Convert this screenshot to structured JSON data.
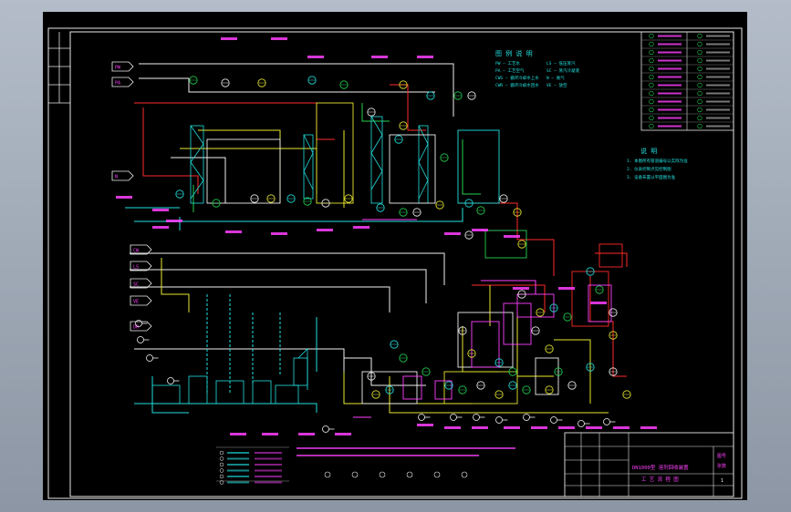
{
  "drawing": {
    "notes": {
      "heading": "说 明",
      "items": [
        "1. 本图所有管道编号以实际为准",
        "2. 仪表控制点见控制图",
        "3. 设备布置以平面图为准"
      ]
    },
    "legend_title": "图 例 说 明",
    "legend_items": [
      "PW — 工艺水",
      "PA — 工艺空气",
      "CWS — 循环冷却水上水",
      "CWR — 循环冷却水回水",
      "LS — 低压蒸汽",
      "SC — 蒸汽冷凝液",
      "N — 氮气",
      "VE — 放空"
    ],
    "stream_tags": [
      "PW",
      "PA",
      "N",
      "CW",
      "LS",
      "SC",
      "VE",
      "DR"
    ],
    "title_block": {
      "title_line1": "DN1000型 溶剂回收装置",
      "title_line2": "工 艺 流 程 图",
      "drawing_no_label": "图号",
      "sheet_label": "张数",
      "sheet_value": "1"
    }
  }
}
